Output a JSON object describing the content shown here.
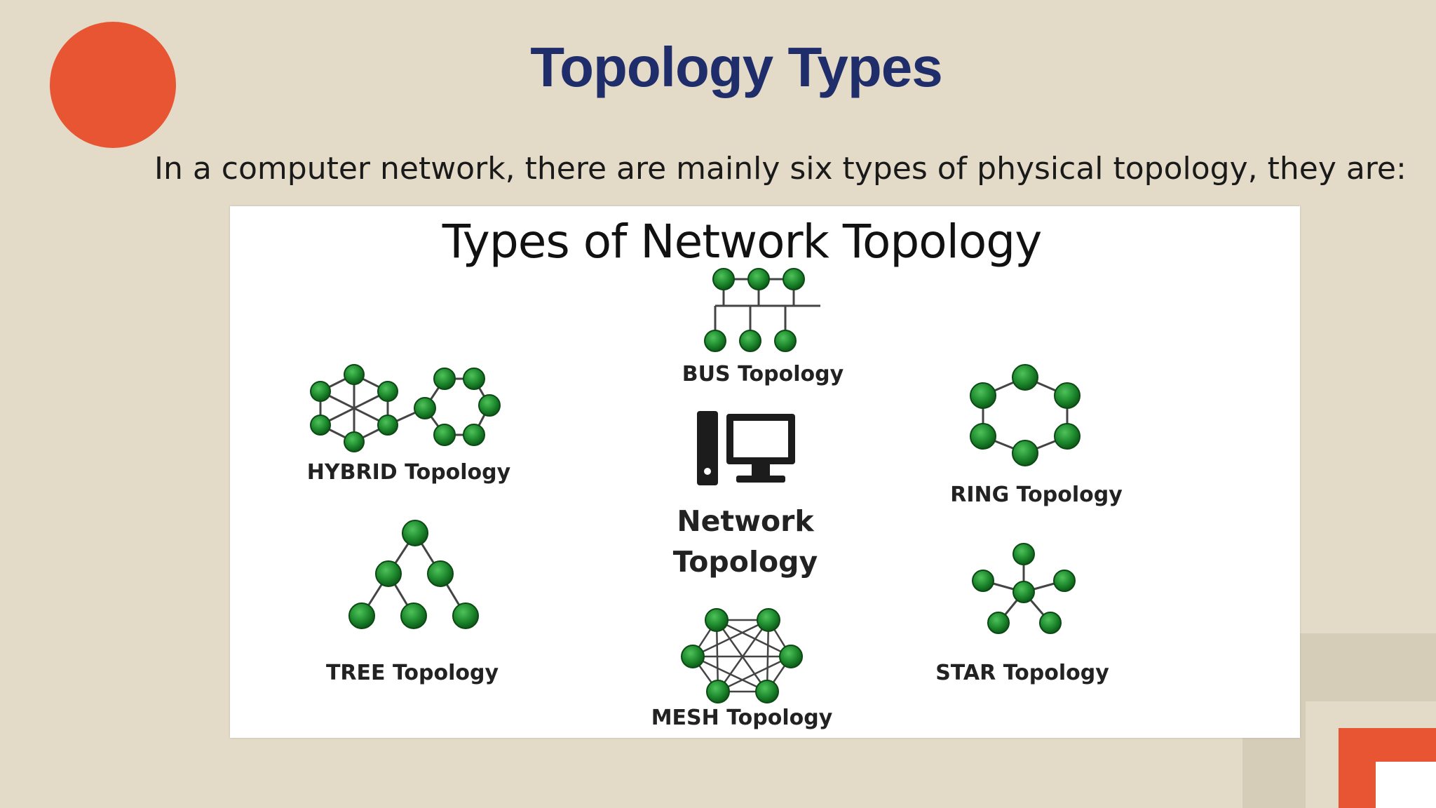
{
  "slide": {
    "title": "Topology Types",
    "subtitle": "In a computer network, there are mainly six types of physical topology, they are:"
  },
  "figure": {
    "heading": "Types of Network Topology",
    "center_label_line1": "Network",
    "center_label_line2": "Topology",
    "labels": {
      "bus": "BUS Topology",
      "hybrid": "HYBRID Topology",
      "ring": "RING Topology",
      "tree": "TREE Topology",
      "star": "STAR Topology",
      "mesh": "MESH Topology"
    }
  },
  "colors": {
    "accent_orange": "#e85533",
    "title_navy": "#1f2d6b",
    "background": "#e3dbc8",
    "node_green": "#1e8a2e"
  },
  "icons": [
    "computer-icon"
  ]
}
